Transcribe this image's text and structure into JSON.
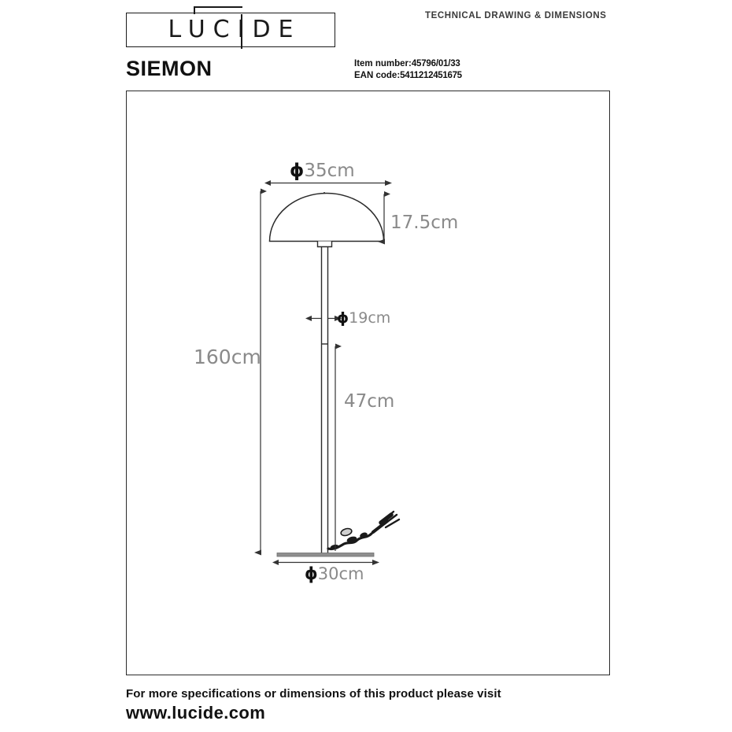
{
  "header": {
    "logo_text": "LUCIDE",
    "tech_caption": "TECHNICAL DRAWING & DIMENSIONS",
    "product_title": "SIEMON",
    "item_number_label": "Item number:",
    "item_number_value": "45796/01/33",
    "ean_label": "EAN code:",
    "ean_value": "5411212451675"
  },
  "drawing": {
    "shade_diameter": "ϕ35cm",
    "shade_height": "17.5cm",
    "stem_diameter": "ϕ19cm",
    "total_height": "160cm",
    "lower_stem_height": "47cm",
    "base_diameter": "ϕ30cm",
    "symbols": {
      "phi": "ϕ"
    },
    "values": {
      "shade_diameter_cm": 35,
      "shade_height_cm": 17.5,
      "stem_diameter_cm": 19,
      "total_height_cm": 160,
      "lower_stem_height_cm": 47,
      "base_diameter_cm": 30
    }
  },
  "footer": {
    "line1": "For more specifications or dimensions of this product please visit",
    "line2": "www.lucide.com"
  },
  "colors": {
    "ink": "#111111",
    "dim_text": "#8a8a8a",
    "frame": "#2b2b2b",
    "line": "#333333"
  }
}
